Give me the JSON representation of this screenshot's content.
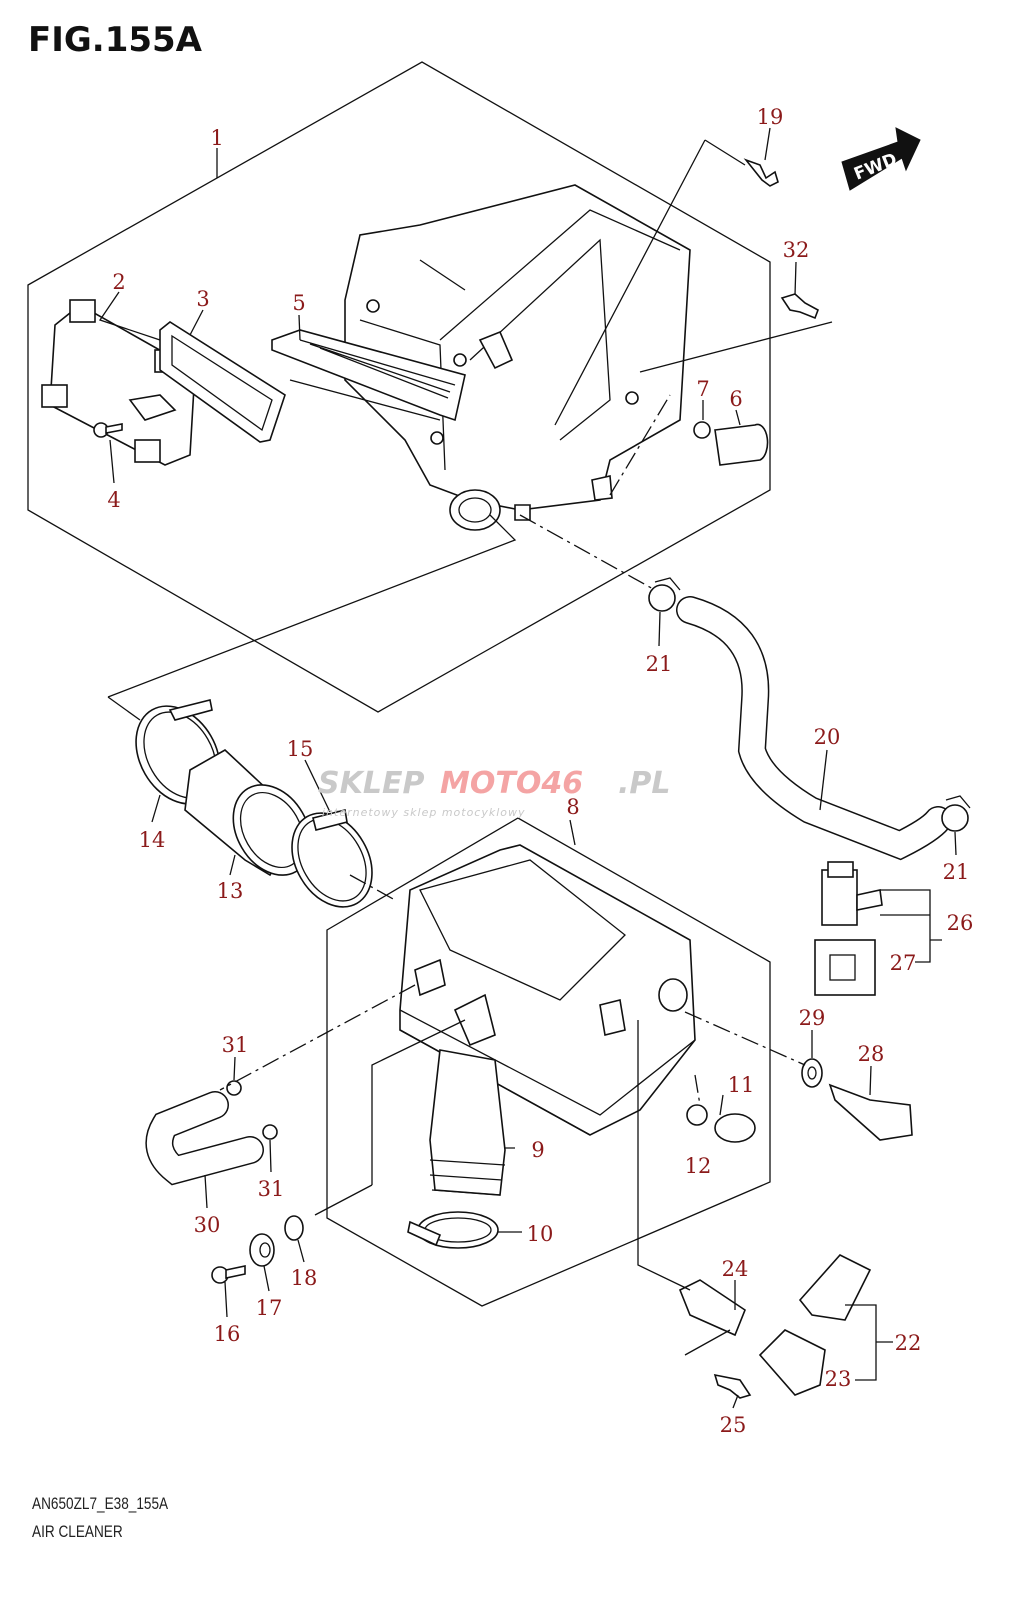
{
  "figure": {
    "title": "FIG.155A",
    "model_code": "AN650ZL7_E38_155A",
    "caption": "AIR CLEANER",
    "fwd_label": "FWD"
  },
  "watermark": {
    "text_gray": "SKLEP",
    "text_red": "MOTO46",
    "text_suffix": ".PL",
    "tagline": "internetowy sklep motocyklowy"
  },
  "colors": {
    "callout": "#8b1a1a",
    "line": "#111111"
  },
  "callouts": [
    "1",
    "2",
    "3",
    "4",
    "5",
    "6",
    "7",
    "8",
    "9",
    "10",
    "11",
    "12",
    "13",
    "14",
    "15",
    "16",
    "17",
    "18",
    "19",
    "20",
    "21",
    "21",
    "22",
    "23",
    "24",
    "25",
    "26",
    "27",
    "28",
    "29",
    "30",
    "31",
    "31",
    "32"
  ]
}
